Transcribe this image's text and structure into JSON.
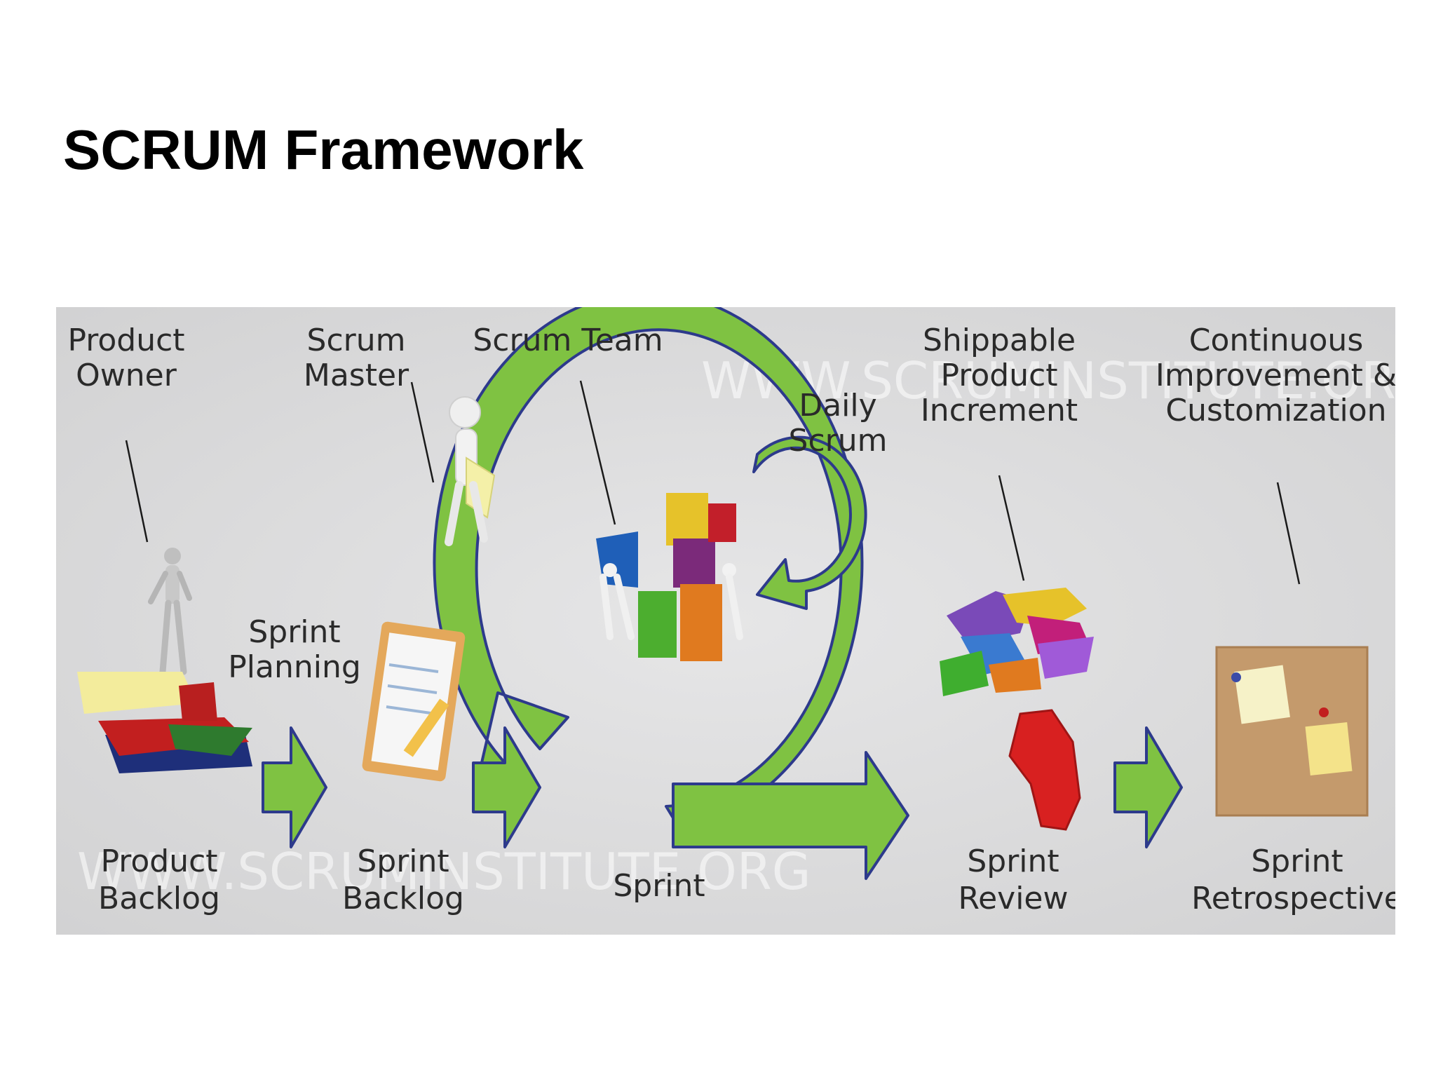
{
  "slide": {
    "title": "SCRUM Framework"
  },
  "diagram": {
    "watermark_top": "WWW.SCRUMINSTITUTE.ORG",
    "watermark_bottom": "WWW.SCRUMINSTITUTE.ORG",
    "labels": {
      "product_owner": [
        "Product",
        "Owner"
      ],
      "scrum_master": [
        "Scrum",
        "Master"
      ],
      "scrum_team": "Scrum Team",
      "daily_scrum": [
        "Daily",
        "Scrum"
      ],
      "shippable_increment": [
        "Shippable",
        "Product",
        "Increment"
      ],
      "continuous_improvement": [
        "Continuous",
        "Improvement &",
        "Customization"
      ],
      "sprint_planning": [
        "Sprint",
        "Planning"
      ],
      "product_backlog": [
        "Product",
        "Backlog"
      ],
      "sprint_backlog": [
        "Sprint",
        "Backlog"
      ],
      "sprint": "Sprint",
      "sprint_review": [
        "Sprint",
        "Review"
      ],
      "sprint_retrospective": [
        "Sprint",
        "Retrospective"
      ]
    },
    "colors": {
      "background": "#d9d9da",
      "arrow_fill": "#7fc242",
      "arrow_stroke": "#2d3a8c",
      "label": "#2a2a2a"
    },
    "icons": [
      "product-owner-figure-icon",
      "puzzle-stack-icon",
      "scrum-master-figure-icon",
      "clipboard-icon",
      "team-puzzle-icon",
      "puzzle-pieces-icon",
      "red-puzzle-icon",
      "corkboard-icon"
    ]
  }
}
